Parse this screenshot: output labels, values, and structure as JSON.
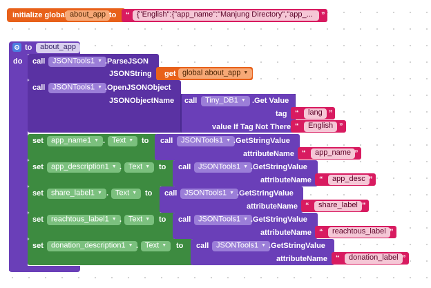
{
  "init_block": {
    "keyword_initialize_global": "initialize global",
    "var_name": "about_app",
    "keyword_to": "to",
    "string_value": "{\"English\":{\"app_name\":\"Manjung Directory\",\"app_..."
  },
  "proc_block": {
    "keyword_to": "to",
    "proc_name": "about_app",
    "keyword_do": "do"
  },
  "call_parse": {
    "keyword_call": "call",
    "component": "JSONTools1",
    "method": ".ParseJSON",
    "param_label": "JSONString",
    "get_keyword": "get",
    "get_var": "global about_app"
  },
  "call_open": {
    "keyword_call": "call",
    "component": "JSONTools1",
    "method": ".OpenJSONObject",
    "param_label": "JSONObjectName",
    "inner_call_keyword": "call",
    "inner_component": "Tiny_DB1",
    "inner_method": ".Get Value",
    "tag_label": "tag",
    "tag_value": "lang",
    "default_label": "value If Tag Not There",
    "default_value": "English"
  },
  "set_rows": [
    {
      "keyword_set": "set",
      "component": "app_name1",
      "dot": ".",
      "property": "Text",
      "keyword_to": "to",
      "keyword_call": "call",
      "call_component": "JSONTools1",
      "call_method": ".GetStringValue",
      "param_label": "attributeName",
      "value": "app_name"
    },
    {
      "keyword_set": "set",
      "component": "app_description1",
      "dot": ".",
      "property": "Text",
      "keyword_to": "to",
      "keyword_call": "call",
      "call_component": "JSONTools1",
      "call_method": ".GetStringValue",
      "param_label": "attributeName",
      "value": "app_desc"
    },
    {
      "keyword_set": "set",
      "component": "share_label1",
      "dot": ".",
      "property": "Text",
      "keyword_to": "to",
      "keyword_call": "call",
      "call_component": "JSONTools1",
      "call_method": ".GetStringValue",
      "param_label": "attributeName",
      "value": "share_label"
    },
    {
      "keyword_set": "set",
      "component": "reachtous_label1",
      "dot": ".",
      "property": "Text",
      "keyword_to": "to",
      "keyword_call": "call",
      "call_component": "JSONTools1",
      "call_method": ".GetStringValue",
      "param_label": "attributeName",
      "value": "reachtous_label"
    },
    {
      "keyword_set": "set",
      "component": "donation_description1",
      "dot": ".",
      "property": "Text",
      "keyword_to": "to",
      "keyword_call": "call",
      "call_component": "JSONTools1",
      "call_method": ".GetStringValue",
      "param_label": "attributeName",
      "value": "donation_label"
    }
  ],
  "quote_open": "“",
  "quote_close": "”",
  "colors": {
    "variables": "#e8611a",
    "text": "#d81b60",
    "procedures": "#6a3fb8",
    "components_set": "#3d8b40",
    "gear": "#4c7fe0"
  }
}
